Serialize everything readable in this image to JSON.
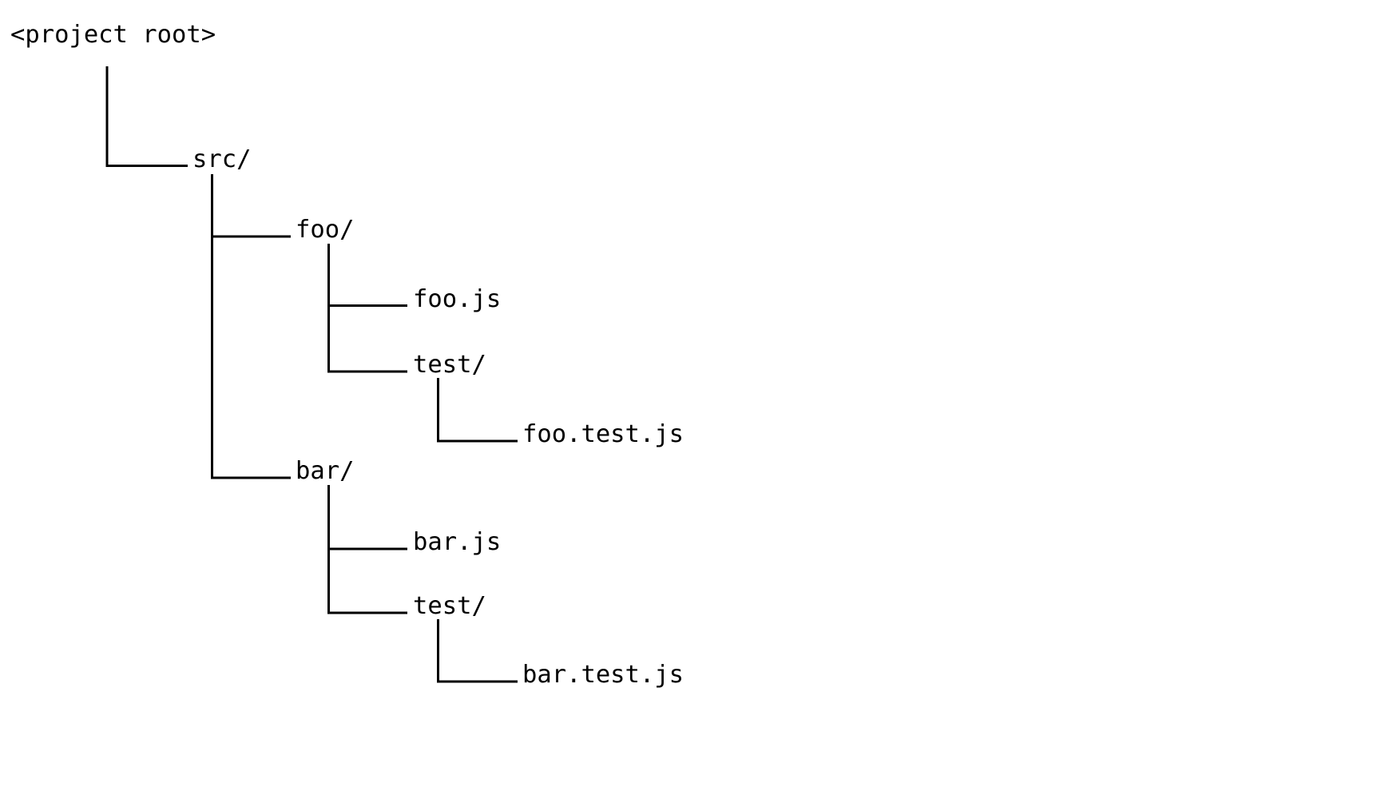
{
  "diagram": {
    "type": "file-tree",
    "background_color": "#ffffff",
    "line_color": "#000000",
    "text_color": "#000000"
  },
  "tree": {
    "label": "<project root>",
    "children": [
      {
        "label": "src/",
        "children": [
          {
            "label": "foo/",
            "children": [
              {
                "label": "foo.js",
                "children": []
              },
              {
                "label": "test/",
                "children": [
                  {
                    "label": "foo.test.js",
                    "children": []
                  }
                ]
              }
            ]
          },
          {
            "label": "bar/",
            "children": [
              {
                "label": "bar.js",
                "children": []
              },
              {
                "label": "test/",
                "children": [
                  {
                    "label": "bar.test.js",
                    "children": []
                  }
                ]
              }
            ]
          }
        ]
      }
    ]
  }
}
